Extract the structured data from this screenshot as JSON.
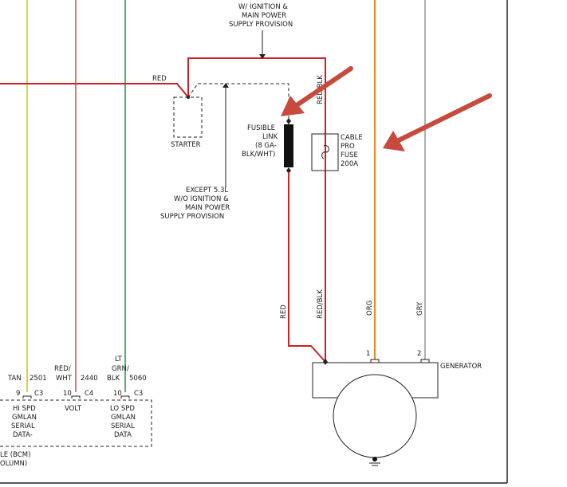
{
  "labels": {
    "top_provision": [
      "W/ IGNITION &",
      "MAIN POWER",
      "SUPPLY PROVISION"
    ],
    "red": "RED",
    "red_blk_top": "RED/BLK",
    "starter": "STARTER",
    "fusible_link": [
      "FUSIBLE",
      "LINK",
      "(8 GA-",
      "BLK/WHT)"
    ],
    "cable_fuse": [
      "CABLE",
      "PRO",
      "FUSE",
      "200A"
    ],
    "except": [
      "EXCEPT 5.3L",
      "W/O IGNITION &",
      "MAIN POWER",
      "SUPPLY PROVISION"
    ],
    "red_lower": "RED",
    "red_blk_lower": "RED/BLK",
    "org": "ORG",
    "gry": "GRY",
    "pin1": "1",
    "pin2": "2",
    "generator": "GENERATOR"
  },
  "connectors": [
    {
      "color_label": [
        "TAN"
      ],
      "circuit": "2501",
      "pin": "9",
      "conn": "C3",
      "func": [
        "HI SPD",
        "GMLAN",
        "SERIAL",
        "DATA-"
      ]
    },
    {
      "color_label": [
        "RED/",
        "WHT"
      ],
      "circuit": "2440",
      "pin": "10",
      "conn": "C4",
      "func": [
        "VOLT"
      ]
    },
    {
      "color_label": [
        "LT",
        "GRN/",
        "BLK"
      ],
      "circuit": "5060",
      "pin": "10",
      "conn": "C3",
      "func": [
        "LO SPD",
        "GMLAN",
        "SERIAL",
        "DATA"
      ]
    }
  ],
  "module": [
    "LE (BCM)",
    "OLUMN)"
  ],
  "colors": {
    "red": "#cc2222",
    "yellow": "#d4c400",
    "green": "#1f9a3a",
    "orange": "#ee8a1a",
    "gray": "#b0b0b0",
    "arrow": "#c84a3c",
    "line": "#222222"
  }
}
